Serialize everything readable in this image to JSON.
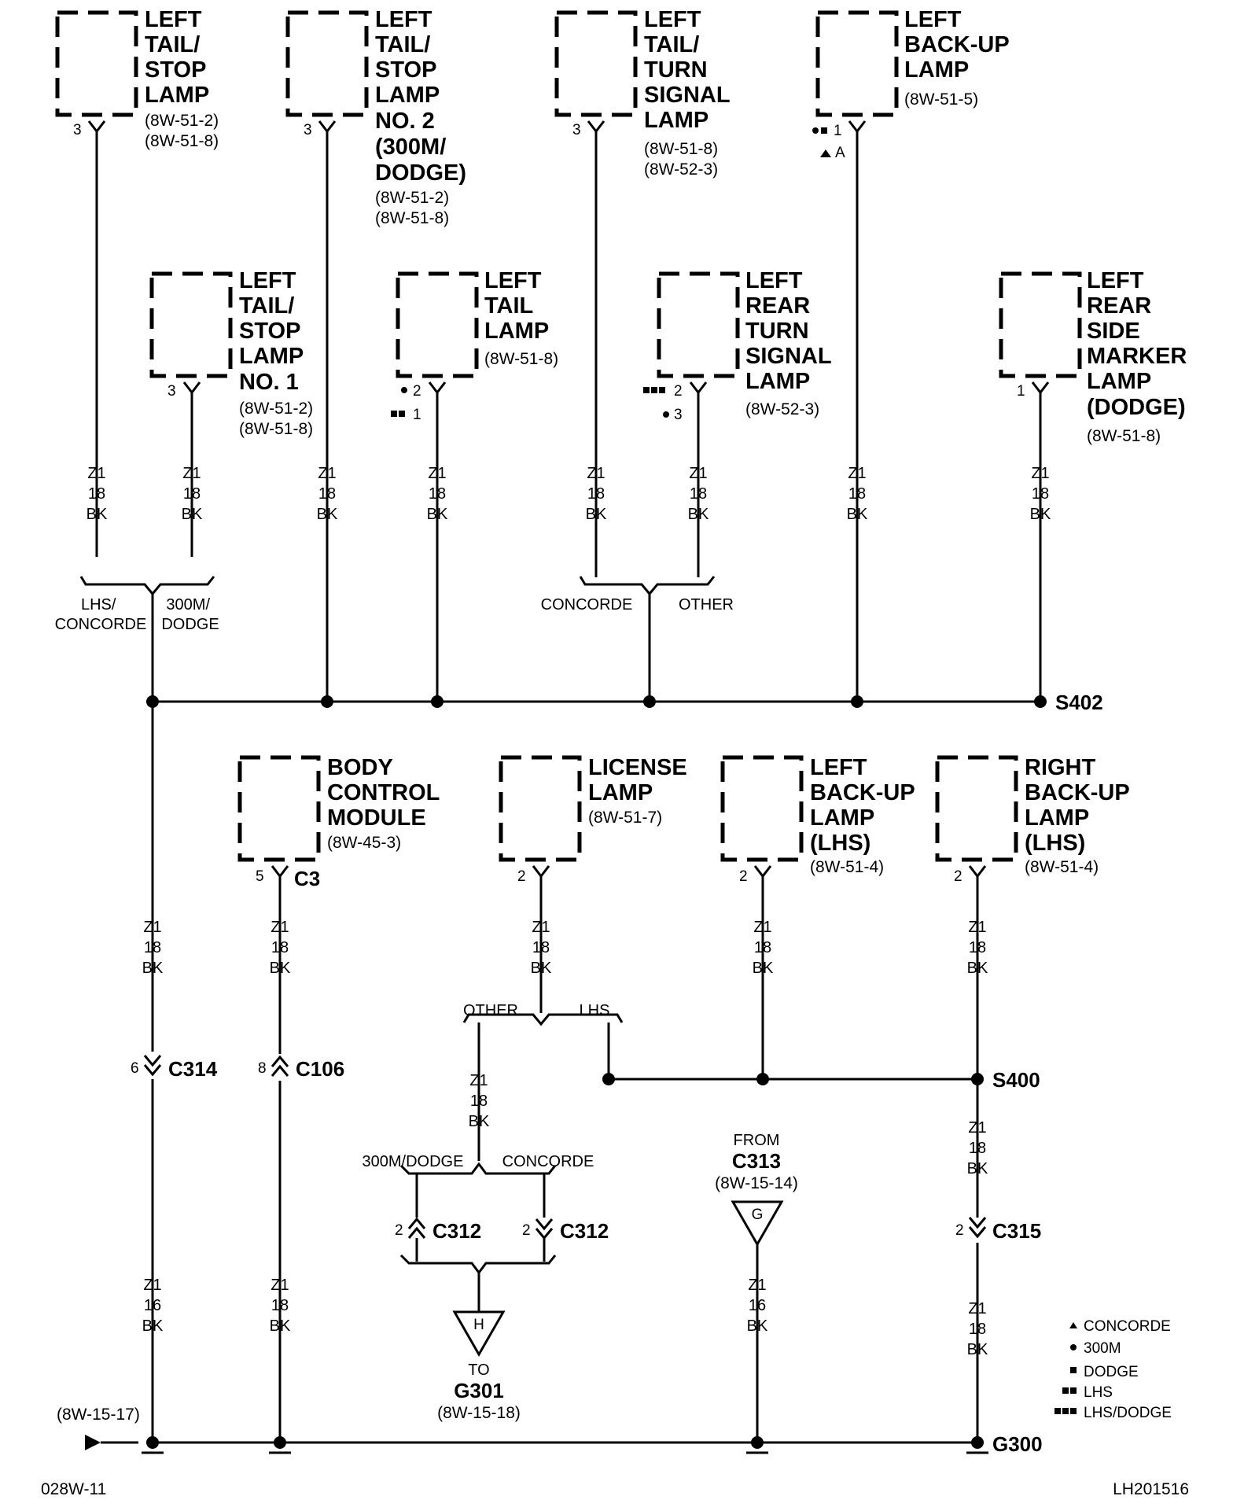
{
  "top_components": [
    {
      "title": [
        "LEFT",
        "TAIL/",
        "STOP",
        "LAMP"
      ],
      "refs": [
        "(8W-51-2)",
        "(8W-51-8)"
      ],
      "pin": "3"
    },
    {
      "title": [
        "LEFT",
        "TAIL/",
        "STOP",
        "LAMP",
        "NO. 2",
        "(300M/",
        "DODGE)"
      ],
      "refs": [
        "(8W-51-2)",
        "(8W-51-8)"
      ],
      "pin": "3"
    },
    {
      "title": [
        "LEFT",
        "TAIL/",
        "TURN",
        "SIGNAL",
        "LAMP"
      ],
      "refs": [
        "(8W-51-8)",
        "(8W-52-3)"
      ],
      "pin": "3"
    },
    {
      "title": [
        "LEFT",
        "BACK-UP",
        "LAMP"
      ],
      "refs": [
        "(8W-51-5)"
      ],
      "pins": [
        "1",
        "A"
      ]
    },
    {
      "title": [
        "LEFT",
        "TAIL/",
        "STOP",
        "LAMP",
        "NO. 1"
      ],
      "refs": [
        "(8W-51-2)",
        "(8W-51-8)"
      ],
      "pin": "3"
    },
    {
      "title": [
        "LEFT",
        "TAIL",
        "LAMP"
      ],
      "refs": [
        "(8W-51-8)"
      ],
      "pins": [
        "2",
        "1"
      ]
    },
    {
      "title": [
        "LEFT",
        "REAR",
        "TURN",
        "SIGNAL",
        "LAMP"
      ],
      "refs": [
        "(8W-52-3)"
      ],
      "pins": [
        "2",
        "3"
      ]
    },
    {
      "title": [
        "LEFT",
        "REAR",
        "SIDE",
        "MARKER",
        "LAMP",
        "(DODGE)"
      ],
      "refs": [
        "(8W-51-8)"
      ],
      "pin": "1"
    }
  ],
  "bottom_components": [
    {
      "title": [
        "BODY",
        "CONTROL",
        "MODULE"
      ],
      "refs": [
        "(8W-45-3)"
      ],
      "pin": "5",
      "connector": "C3"
    },
    {
      "title": [
        "LICENSE",
        "LAMP"
      ],
      "refs": [
        "(8W-51-7)"
      ],
      "pin": "2"
    },
    {
      "title": [
        "LEFT",
        "BACK-UP",
        "LAMP",
        "(LHS)"
      ],
      "refs": [
        "(8W-51-4)"
      ],
      "pin": "2"
    },
    {
      "title": [
        "RIGHT",
        "BACK-UP",
        "LAMP",
        "(LHS)"
      ],
      "refs": [
        "(8W-51-4)"
      ],
      "pin": "2"
    }
  ],
  "wire": {
    "circuit": "Z1",
    "gauge_18": "18",
    "gauge_16": "16",
    "color": "BK"
  },
  "conditions": {
    "lhs_concorde": [
      "LHS/",
      "CONCORDE"
    ],
    "m300_dodge": [
      "300M/",
      "DODGE"
    ],
    "concorde": "CONCORDE",
    "other": "OTHER",
    "lhs": "LHS",
    "m300_dodge_single": "300M/DODGE"
  },
  "connectors": [
    {
      "name": "C314",
      "pin": "6"
    },
    {
      "name": "C106",
      "pin": "8"
    },
    {
      "name": "C312",
      "pin": "2"
    },
    {
      "name": "C315",
      "pin": "2"
    }
  ],
  "splices": {
    "s402": "S402",
    "s400": "S400"
  },
  "ground_g300": "G300",
  "ground_to": {
    "to": "TO",
    "name": "G301",
    "ref": "(8W-15-18)",
    "letter": "H"
  },
  "ground_from": {
    "from": "FROM",
    "name": "C313",
    "ref": "(8W-15-14)",
    "letter": "G"
  },
  "arrow_ref": "(8W-15-17)",
  "legend": [
    {
      "symbol": "triangle",
      "label": "CONCORDE"
    },
    {
      "symbol": "circle",
      "label": "300M"
    },
    {
      "symbol": "square",
      "label": "DODGE"
    },
    {
      "symbol": "two-squares",
      "label": "LHS"
    },
    {
      "symbol": "three-squares",
      "label": "LHS/DODGE"
    }
  ],
  "footer_left": "028W-11",
  "footer_right": "LH201516"
}
